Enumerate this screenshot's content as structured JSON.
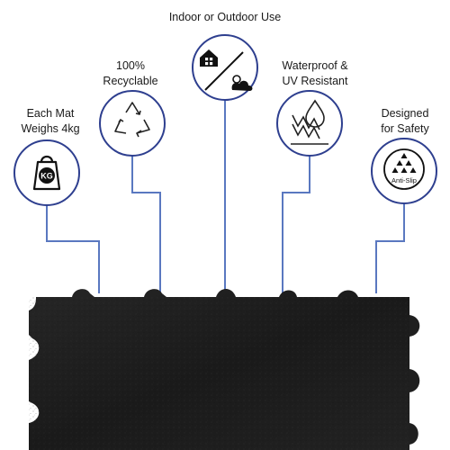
{
  "features": [
    {
      "id": "weight",
      "lines": [
        "Each Mat",
        "Weighs 4kg"
      ],
      "icon": "kg-weight-icon",
      "icon_text": "KG"
    },
    {
      "id": "recyclable",
      "lines": [
        "100%",
        "Recyclable"
      ],
      "icon": "recycle-icon"
    },
    {
      "id": "indoor-outdoor",
      "lines": [
        "Indoor or Outdoor Use"
      ],
      "icon": "house-sun-icon"
    },
    {
      "id": "waterproof",
      "lines": [
        "Waterproof &",
        "UV Resistant"
      ],
      "icon": "water-drop-icon"
    },
    {
      "id": "safety",
      "lines": [
        "Designed",
        "for Safety"
      ],
      "icon": "anti-slip-icon",
      "icon_text": "Anti-Slip"
    }
  ],
  "colors": {
    "line": "#5a78c0",
    "circle": "#2e3f8f",
    "mat": "#1e1e1e",
    "text": "#1a1a1a"
  }
}
